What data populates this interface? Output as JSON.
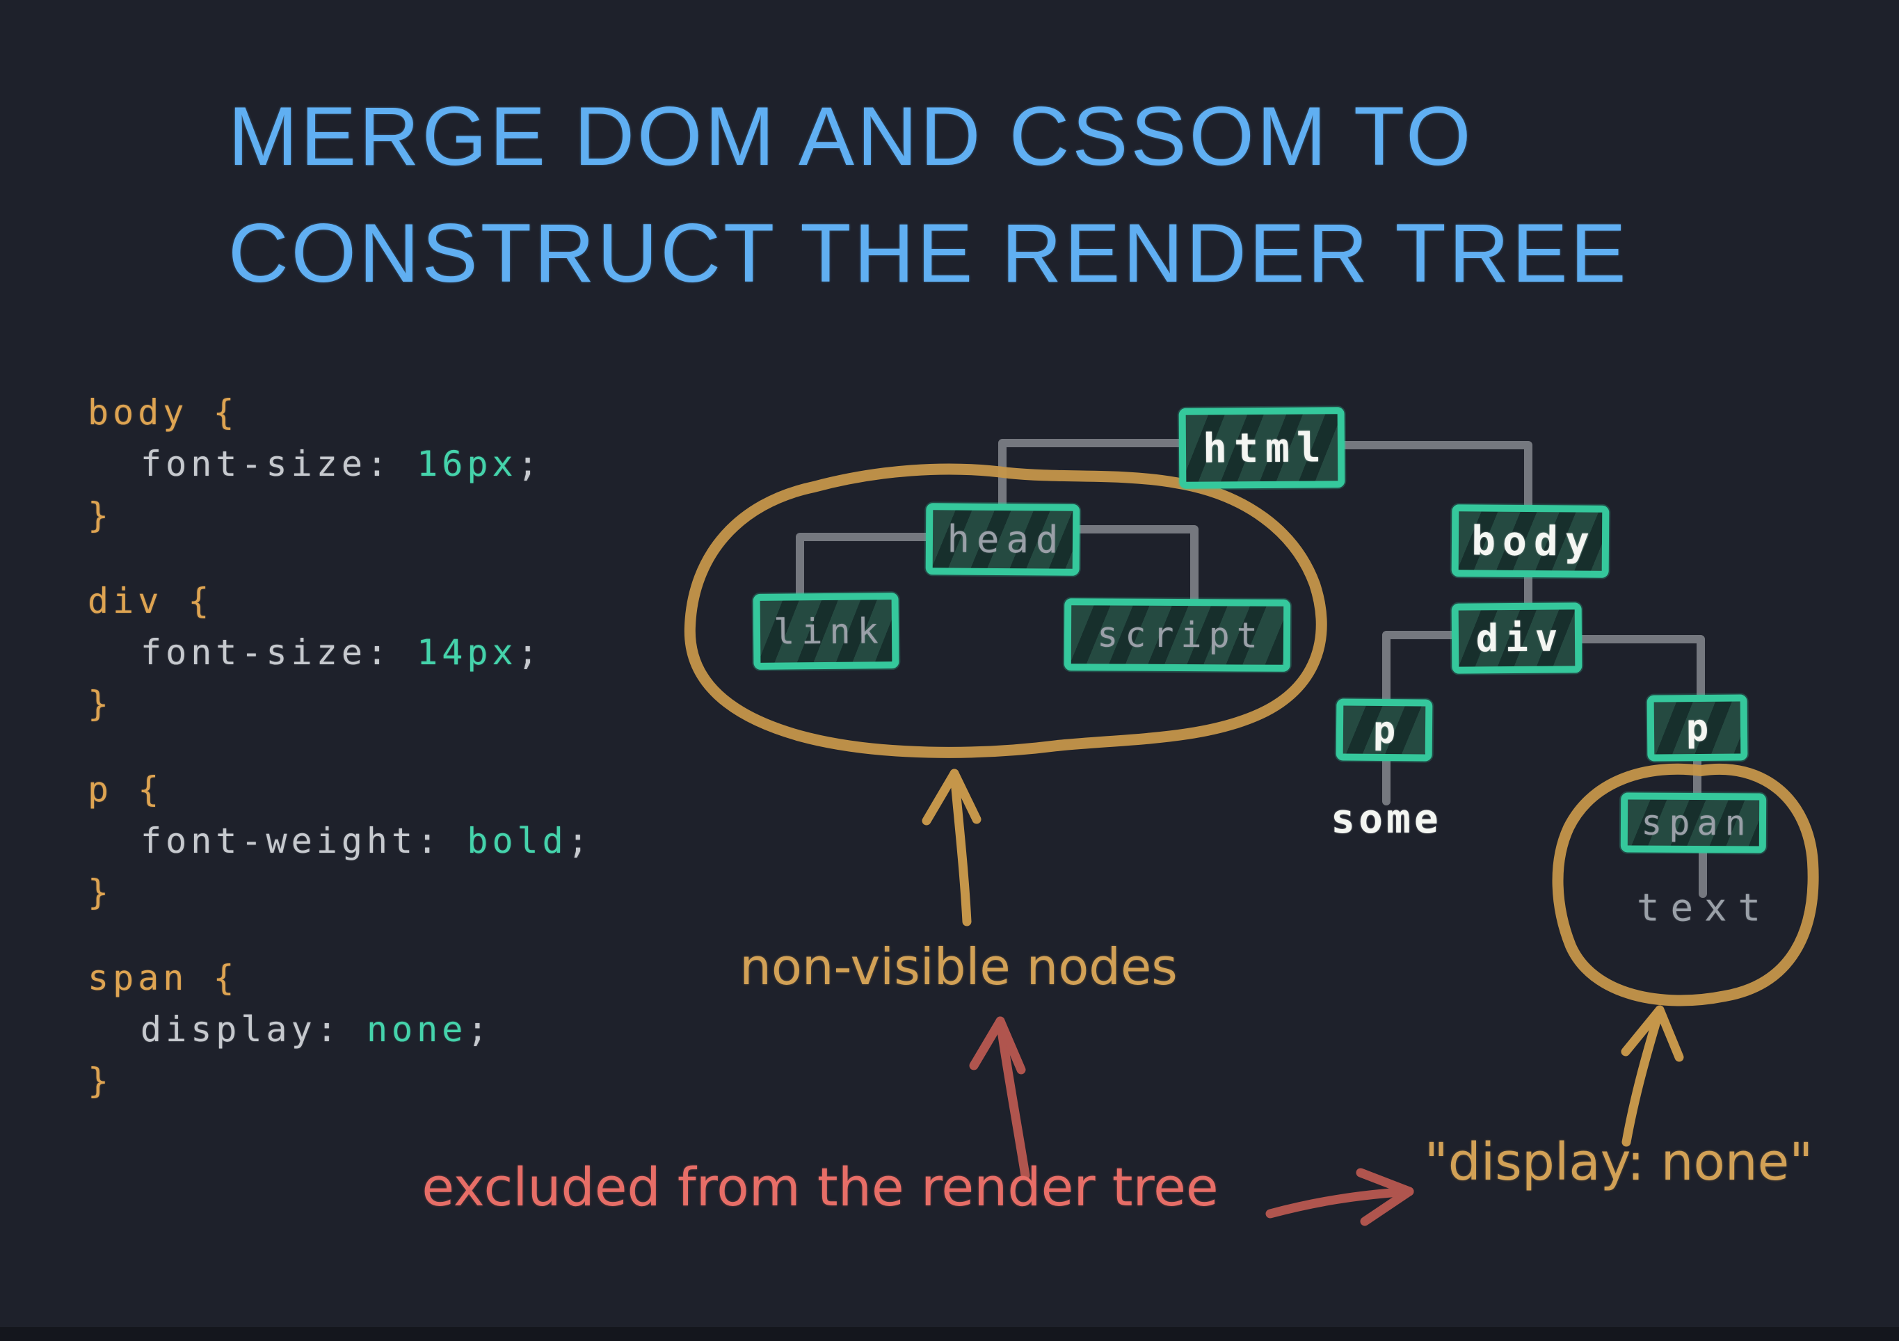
{
  "title": {
    "line1": "MERGE DOM AND CSSOM TO",
    "line2": "CONSTRUCT THE RENDER TREE"
  },
  "code": {
    "open_brace": "{",
    "close_brace": "}",
    "semicolon": ";",
    "rules": [
      {
        "selector": "body",
        "property": "font-size:",
        "value": "16px"
      },
      {
        "selector": "div",
        "property": "font-size:",
        "value": "14px"
      },
      {
        "selector": "p",
        "property": "font-weight:",
        "value": "bold"
      },
      {
        "selector": "span",
        "property": "display:",
        "value": "none"
      }
    ]
  },
  "tree": {
    "nodes": [
      {
        "id": "html",
        "label": "html",
        "visibility": "visible"
      },
      {
        "id": "head",
        "label": "head",
        "visibility": "non-visible"
      },
      {
        "id": "link",
        "label": "link",
        "visibility": "non-visible"
      },
      {
        "id": "script",
        "label": "script",
        "visibility": "non-visible"
      },
      {
        "id": "body",
        "label": "body",
        "visibility": "visible"
      },
      {
        "id": "div",
        "label": "div",
        "visibility": "visible"
      },
      {
        "id": "p-left",
        "label": "p",
        "visibility": "visible"
      },
      {
        "id": "p-right",
        "label": "p",
        "visibility": "visible"
      },
      {
        "id": "span",
        "label": "span",
        "visibility": "non-visible"
      }
    ],
    "text_nodes": [
      {
        "id": "some",
        "label": "some",
        "visibility": "visible"
      },
      {
        "id": "text",
        "label": "text",
        "visibility": "non-visible"
      }
    ]
  },
  "annotations": {
    "non_visible_label": "non-visible nodes",
    "excluded_label": "excluded from the render tree",
    "display_none_label": "\"display: none\""
  },
  "colors": {
    "background": "#1e212b",
    "title_blue": "#60aff2",
    "selector_orange": "#dea452",
    "code_gray": "#c6c9ce",
    "value_teal": "#45d3ab",
    "node_border_teal": "#35c89c",
    "node_fill_dark_teal": "#254a41",
    "visible_node_text": "#f4f6f2",
    "hidden_node_text": "#9aa0a8",
    "connector_gray": "#75787f",
    "gold": "#c5964a",
    "red_label": "#e76e67",
    "red_arrow": "#b0554e"
  }
}
